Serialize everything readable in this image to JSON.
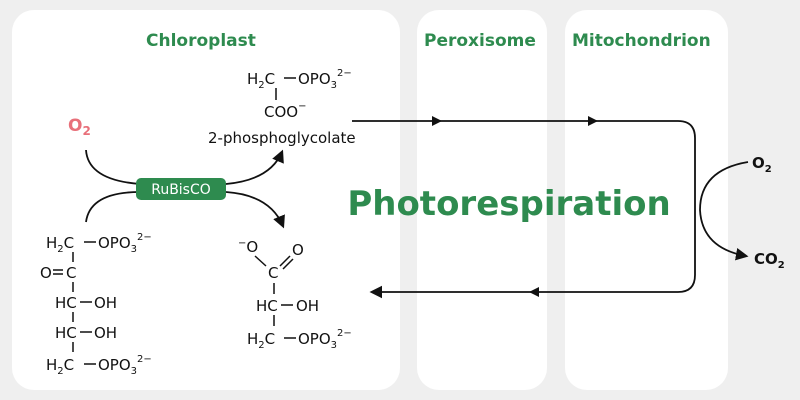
{
  "compartments": {
    "chloroplast": "Chloroplast",
    "peroxisome": "Peroxisome",
    "mitochondrion": "Mitochondrion"
  },
  "process": {
    "title": "Photorespiration"
  },
  "enzyme": {
    "label": "RuBisCO"
  },
  "substrates": {
    "oxygen_in": "O2"
  },
  "products": {
    "phosphoglycolate": {
      "name": "2-phosphoglycolate",
      "line1_group": "H2C—OPO3 2−",
      "line2_group": "COO−"
    },
    "phosphoglycerate": {
      "carboxylate": "−O — C = O",
      "row_hc_oh": "HC—OH",
      "row_h2c_opo3": "H2C—OPO3 2−"
    }
  },
  "rubp": {
    "row1": "H2C—OPO3 2−",
    "row2": "O=C",
    "row3": "HC—OH",
    "row4": "HC—OH",
    "row5": "H2C—OPO3 2−"
  },
  "mitochondrion_exchange": {
    "in": "O2",
    "out": "CO2"
  },
  "colors": {
    "green": "#2e8b4f",
    "oxygen_red": "#e8707a",
    "panel_bg": "#ffffff",
    "page_bg": "#efefef"
  }
}
